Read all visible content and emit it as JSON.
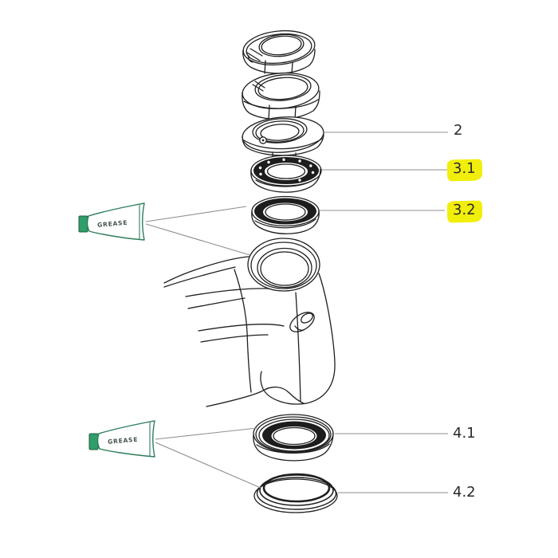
{
  "diagram": {
    "subject": "exploded headset and head tube assembly",
    "background": "#ffffff",
    "colors": {
      "line": "#1f1f1f",
      "leader_line": "#8f8f8f",
      "highlight": "#f2ee0b",
      "label_text": "#2a2a2a",
      "grease_outline": "#2e7d5b",
      "grease_cap_fill": "#2f9e68",
      "grease_label_text": "#44544b"
    },
    "callouts": [
      {
        "part": "top-cover",
        "label": "2",
        "highlighted": false
      },
      {
        "part": "upper-bearing",
        "label": "3.1",
        "highlighted": true
      },
      {
        "part": "upper-seal-ring",
        "label": "3.2",
        "highlighted": true
      },
      {
        "part": "lower-bearing",
        "label": "4.1",
        "highlighted": false
      },
      {
        "part": "crown-race",
        "label": "4.2",
        "highlighted": false
      }
    ],
    "grease_tubes": [
      {
        "label": "GREASE",
        "points_to": [
          "upper-seal-ring",
          "head-tube-opening"
        ]
      },
      {
        "label": "GREASE",
        "points_to": [
          "lower-bearing",
          "crown-race"
        ]
      }
    ],
    "unlabeled_parts": [
      "clamp-ring",
      "cone-spacer",
      "frame-head-tube"
    ]
  }
}
